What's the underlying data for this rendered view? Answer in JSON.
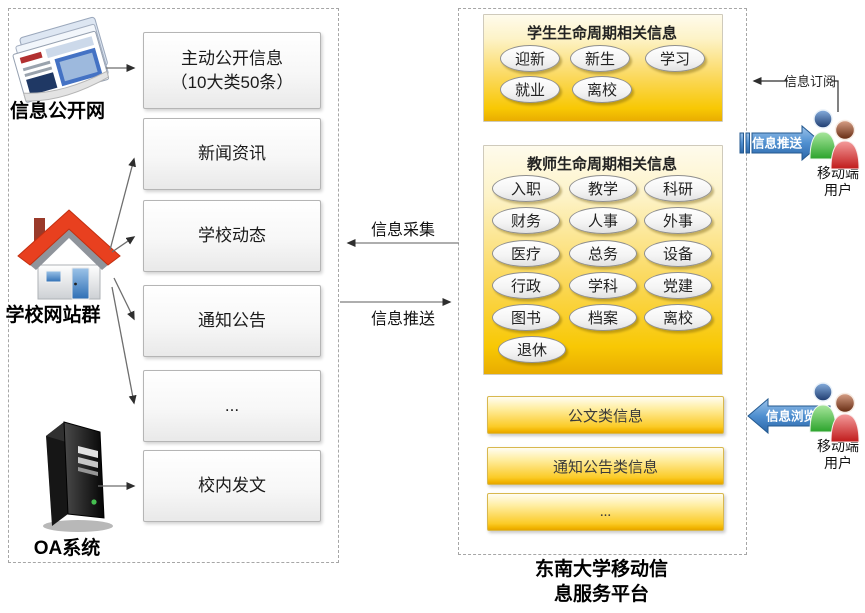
{
  "colors": {
    "panel_gold": "#F8C804",
    "bar_gold": "#FBCB27",
    "block_arrow_blue": "#3F7FBF",
    "roof_red": "#E8401F",
    "connector_gray": "#808080"
  },
  "icons": {
    "newspaper": "newspaper-icon",
    "house": "house-icon",
    "server": "server-icon",
    "users": "mobile-users-icon",
    "arrowhead": "arrowhead-icon"
  },
  "sources_panel": {
    "items": [
      {
        "label": "信息公开网"
      },
      {
        "label": "学校网站群"
      },
      {
        "label": "OA系统"
      }
    ],
    "boxes": [
      {
        "lines": [
          "主动公开信息",
          "（10大类50条）"
        ]
      },
      {
        "lines": [
          "新闻资讯"
        ]
      },
      {
        "lines": [
          "学校动态"
        ]
      },
      {
        "lines": [
          "通知公告"
        ]
      },
      {
        "lines": [
          "..."
        ]
      },
      {
        "lines": [
          "校内发文"
        ]
      }
    ]
  },
  "middle": {
    "collect_label": "信息采集",
    "push_label": "信息推送"
  },
  "platform": {
    "title_line1": "东南大学移动信",
    "title_line2": "息服务平台",
    "student_panel": {
      "title": "学生生命周期相关信息",
      "items": [
        "迎新",
        "新生",
        "学习",
        "就业",
        "离校"
      ]
    },
    "teacher_panel": {
      "title": "教师生命周期相关信息",
      "items": [
        "入职",
        "教学",
        "科研",
        "财务",
        "人事",
        "外事",
        "医疗",
        "总务",
        "设备",
        "行政",
        "学科",
        "党建",
        "图书",
        "档案",
        "离校",
        "退休"
      ]
    },
    "bars": [
      "公文类信息",
      "通知公告类信息",
      "..."
    ]
  },
  "right_side": {
    "subscribe_label": "信息订阅",
    "push_label": "信息推送",
    "browse_label": "信息浏览",
    "user_top": {
      "line1": "移动端",
      "line2": "用户"
    },
    "user_bottom": {
      "line1": "移动端",
      "line2": "用户"
    }
  }
}
